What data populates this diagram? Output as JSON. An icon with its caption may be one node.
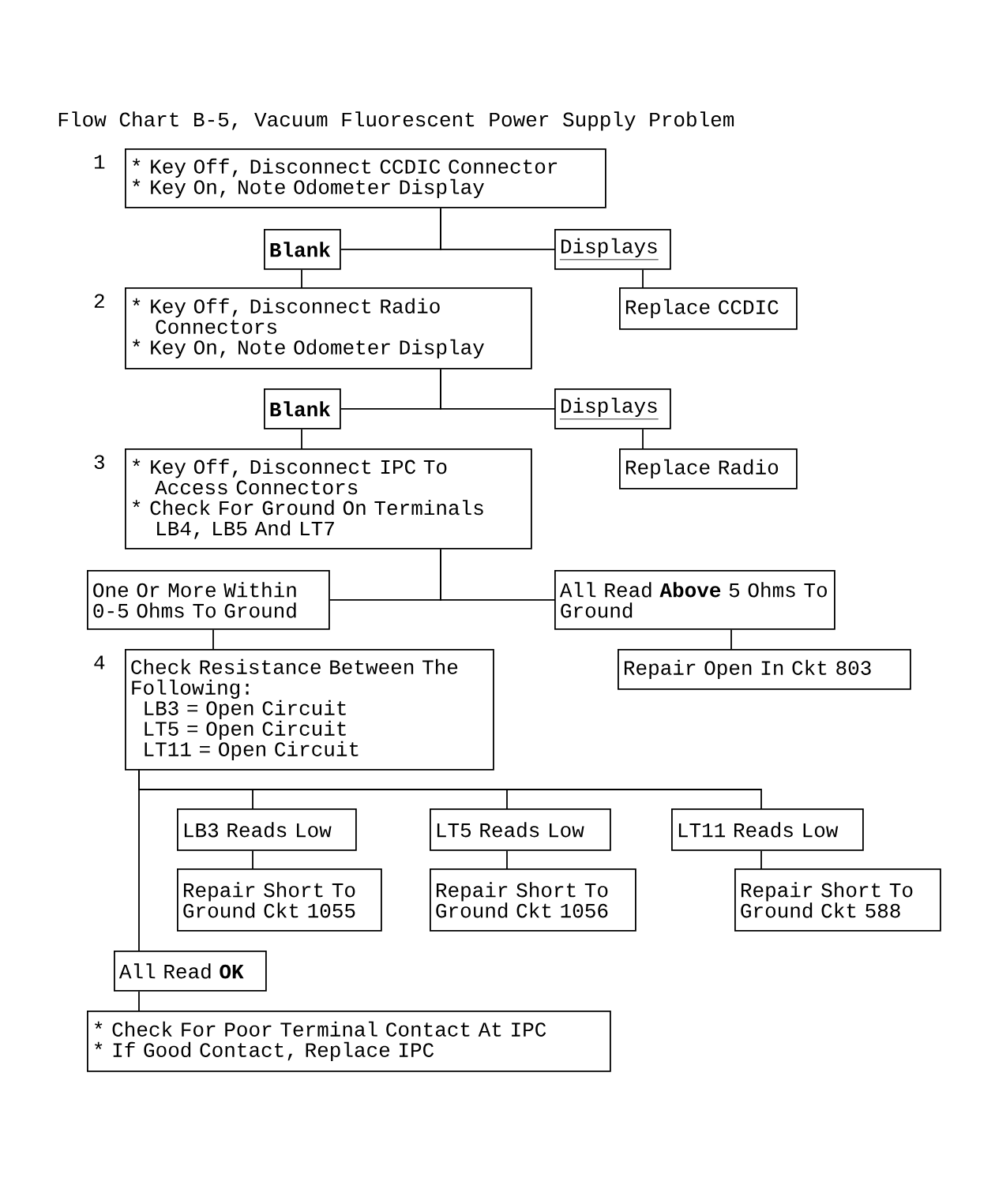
{
  "diagram": {
    "title": "Flow Chart B-5, Vacuum Fluorescent Power Supply Problem",
    "nodes": [
      {
        "text": [
          "* Key Off, Disconnect CCDIC Connector",
          "* Key On, Note Odometer Display"
        ],
        "beside": [
          "1"
        ]
      },
      {
        "text": [
          "Blank"
        ]
      },
      {
        "text": [
          "Displays"
        ]
      },
      {
        "text": [
          "Replace CCDIC"
        ]
      },
      {
        "text": [
          "* Key Off, Disconnect Radio Connectors",
          "* Key On, Note Odometer Display"
        ],
        "beside": [
          "2"
        ]
      },
      {
        "text": [
          "Blank"
        ]
      },
      {
        "text": [
          "Displays"
        ]
      },
      {
        "text": [
          "Replace Radio"
        ]
      },
      {
        "text": [
          "* Key Off, Disconnect IPC To Access Connectors",
          "* Check For Ground On Terminals LB4, LB5 And LT7"
        ],
        "beside": [
          "3"
        ]
      },
      {
        "text": [
          "One Or More Within 0-5 Ohms To Ground"
        ]
      },
      {
        "text": [
          "All Read **Above** 5 Ohms To Ground"
        ]
      },
      {
        "text": [
          "Repair Open In Ckt 803"
        ]
      },
      {
        "text": [
          "Check Resistance Between The Following:",
          "LB3 = Open Circuit",
          "LT5 = Open Circuit",
          "LT11 = Open Circuit"
        ],
        "beside": [
          "4"
        ]
      },
      {
        "text": [
          "LB3 Reads Low"
        ]
      },
      {
        "text": [
          "LT5 Reads Low"
        ]
      },
      {
        "text": [
          "LT11 Reads Low"
        ]
      },
      {
        "text": [
          "Repair Short To Ground Ckt 1055"
        ]
      },
      {
        "text": [
          "Repair Short To Ground Ckt 1056"
        ]
      },
      {
        "text": [
          "Repair Short To Ground Ckt 588"
        ]
      },
      {
        "text": [
          "All Read **OK**"
        ]
      },
      {
        "text": [
          "* Check For Poor Terminal Contact At IPC",
          "* If Good Contact, Replace IPC"
        ]
      }
    ],
    "edges": [
      {
        "from": 0,
        "to": 1,
        "arrow": "none"
      },
      {
        "from": 0,
        "to": 2,
        "arrow": "none"
      },
      {
        "from": 1,
        "to": 4,
        "arrow": "none"
      },
      {
        "from": 2,
        "to": 3,
        "arrow": "none"
      },
      {
        "from": 4,
        "to": 5,
        "arrow": "none"
      },
      {
        "from": 4,
        "to": 6,
        "arrow": "none"
      },
      {
        "from": 5,
        "to": 8,
        "arrow": "none"
      },
      {
        "from": 6,
        "to": 7,
        "arrow": "none"
      },
      {
        "from": 8,
        "to": 9,
        "arrow": "none"
      },
      {
        "from": 8,
        "to": 10,
        "arrow": "none"
      },
      {
        "from": 9,
        "to": 12,
        "arrow": "none"
      },
      {
        "from": 10,
        "to": 11,
        "arrow": "none"
      },
      {
        "from": 12,
        "to": 13,
        "arrow": "none"
      },
      {
        "from": 12,
        "to": 14,
        "arrow": "none"
      },
      {
        "from": 12,
        "to": 15,
        "arrow": "none"
      },
      {
        "from": 12,
        "to": 19,
        "arrow": "none"
      },
      {
        "from": 13,
        "to": 16,
        "arrow": "none"
      },
      {
        "from": 14,
        "to": 17,
        "arrow": "none"
      },
      {
        "from": 15,
        "to": 18,
        "arrow": "none"
      },
      {
        "from": 19,
        "to": 20,
        "arrow": "none"
      }
    ]
  }
}
